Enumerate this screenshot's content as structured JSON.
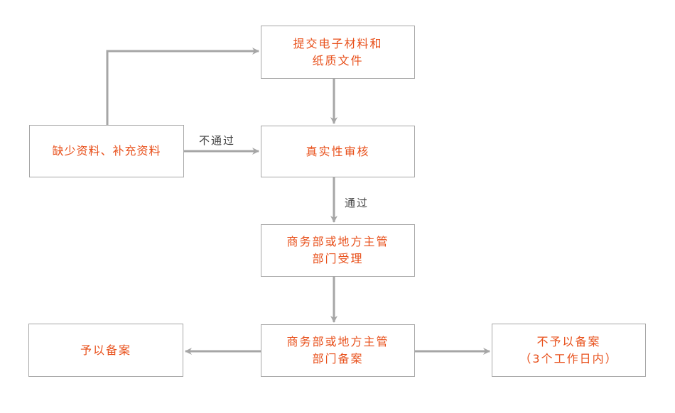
{
  "nodes": {
    "submit": {
      "lines": [
        "提交电子材料和",
        "纸质文件"
      ]
    },
    "verify": {
      "lines": [
        "真实性审核"
      ]
    },
    "supply": {
      "lines": [
        "缺少资料、补充资料"
      ]
    },
    "accept": {
      "lines": [
        "商务部或地方主管",
        "部门受理"
      ]
    },
    "record": {
      "lines": [
        "商务部或地方主管",
        "部门备案"
      ]
    },
    "filed": {
      "lines": [
        "予以备案"
      ]
    },
    "notfiled": {
      "lines": [
        "不予以备案",
        "（3个工作日内）"
      ]
    }
  },
  "edges": {
    "fail_label": "不通过",
    "pass_label": "通过"
  },
  "colors": {
    "node_text": "#e8501b",
    "node_border": "#a6a6a6",
    "connector": "#a6a6a6",
    "edge_label": "#444444"
  }
}
